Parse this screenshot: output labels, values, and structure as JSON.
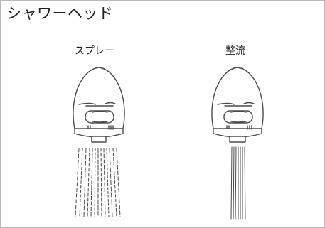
{
  "title": "シャワーヘッド",
  "modes": [
    {
      "label": "スプレー",
      "kind": "spray"
    },
    {
      "label": "整流",
      "kind": "laminar"
    }
  ],
  "colors": {
    "line": "#4a4a4a",
    "frame": "#b8b8b8",
    "text": "#222222"
  }
}
